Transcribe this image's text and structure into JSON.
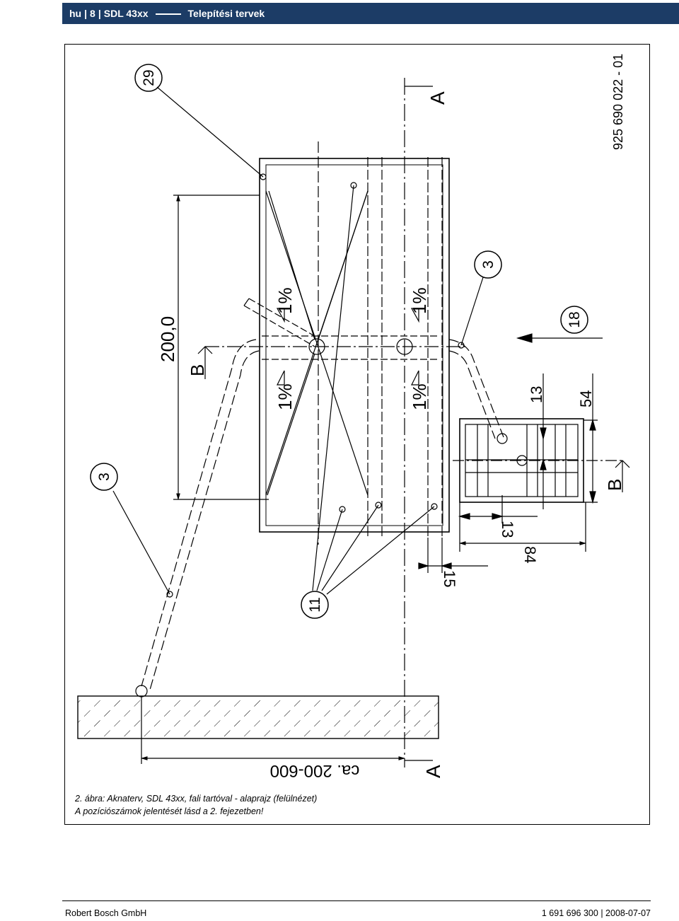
{
  "header": {
    "lang": "hu",
    "page": "8",
    "model": "SDL 43xx",
    "title": "Telepítési tervek"
  },
  "drawing": {
    "drawing_number": "925 690 022 - 01",
    "section_marker_a": "A",
    "section_marker_b": "B",
    "slope_label": "1%",
    "dimensions": {
      "length": "200,0",
      "d13": "13",
      "d54": "54",
      "d84": "84",
      "d15": "15",
      "wall_distance": "ca. 200-600"
    },
    "position_numbers": {
      "p29": "29",
      "p3": "3",
      "p18": "18",
      "p11": "11"
    }
  },
  "caption": {
    "line1": "2. ábra: Aknaterv, SDL 43xx, fali tartóval - alaprajz (felülnézet)",
    "line2": "A pozíciószámok jelentését lásd a 2. fejezetben!"
  },
  "footer": {
    "company": "Robert Bosch GmbH",
    "doc_number": "1 691 696 300",
    "date": "2008-07-07"
  }
}
